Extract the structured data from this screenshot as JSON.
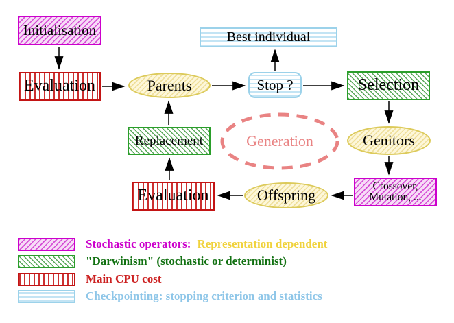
{
  "diagram": {
    "nodes": {
      "initialisation": "Initialisation",
      "evaluation_top": "Evaluation",
      "parents": "Parents",
      "best_individual": "Best individual",
      "stop": "Stop ?",
      "selection": "Selection",
      "genitors": "Genitors",
      "crossover_line1": "Crossover,",
      "crossover_line2": "Mutation, ...",
      "offspring": "Offspring",
      "evaluation_bottom": "Evaluation",
      "replacement": "Replacement",
      "generation": "Generation"
    },
    "colors": {
      "stochastic_magenta": "#cc00cc",
      "darwinism_green": "#2a9e2a",
      "cpu_red": "#c31414",
      "checkpoint_cyan": "#9cd2ea",
      "population_yellow": "#dcca5a",
      "generation_salmon": "#e98383",
      "text_black": "#000000"
    }
  },
  "legend": {
    "items": [
      {
        "pattern": "magenta-diagonal-hatch",
        "label": "Stochastic operators:",
        "label2": "Representation dependent",
        "label_color": "#cc00cc",
        "label2_color": "#f0d23c"
      },
      {
        "pattern": "green-diagonal-hatch",
        "label": "\"Darwinism\" (stochastic or determinist)",
        "label_color": "#127112"
      },
      {
        "pattern": "red-vertical-stripes",
        "label": "Main CPU cost",
        "label_color": "#cc2020"
      },
      {
        "pattern": "cyan-horizontal-stripes",
        "label": "Checkpointing: stopping criterion and statistics",
        "label_color": "#8ec6e8"
      }
    ]
  }
}
